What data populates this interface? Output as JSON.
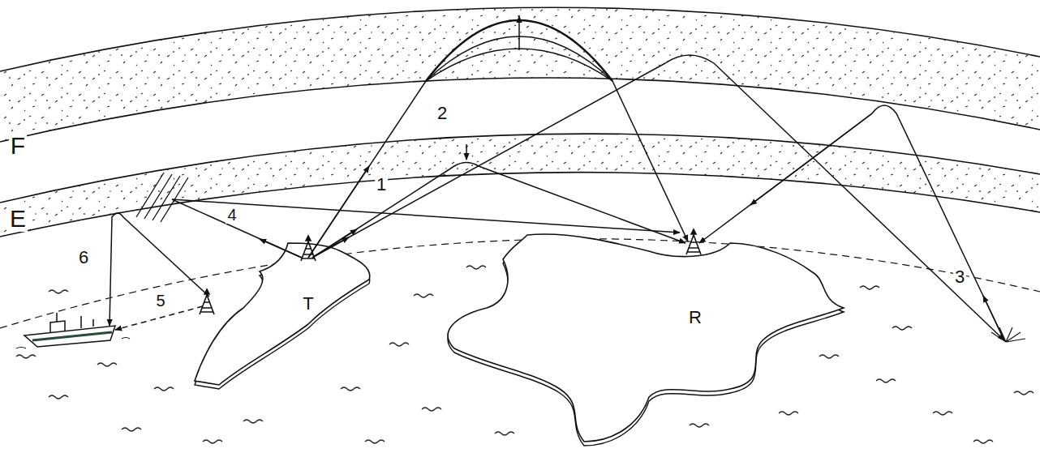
{
  "diagram": {
    "labels": [
      "F",
      "2",
      "1",
      "E",
      "4",
      "6",
      "T",
      "R",
      "3",
      "5"
    ]
  }
}
